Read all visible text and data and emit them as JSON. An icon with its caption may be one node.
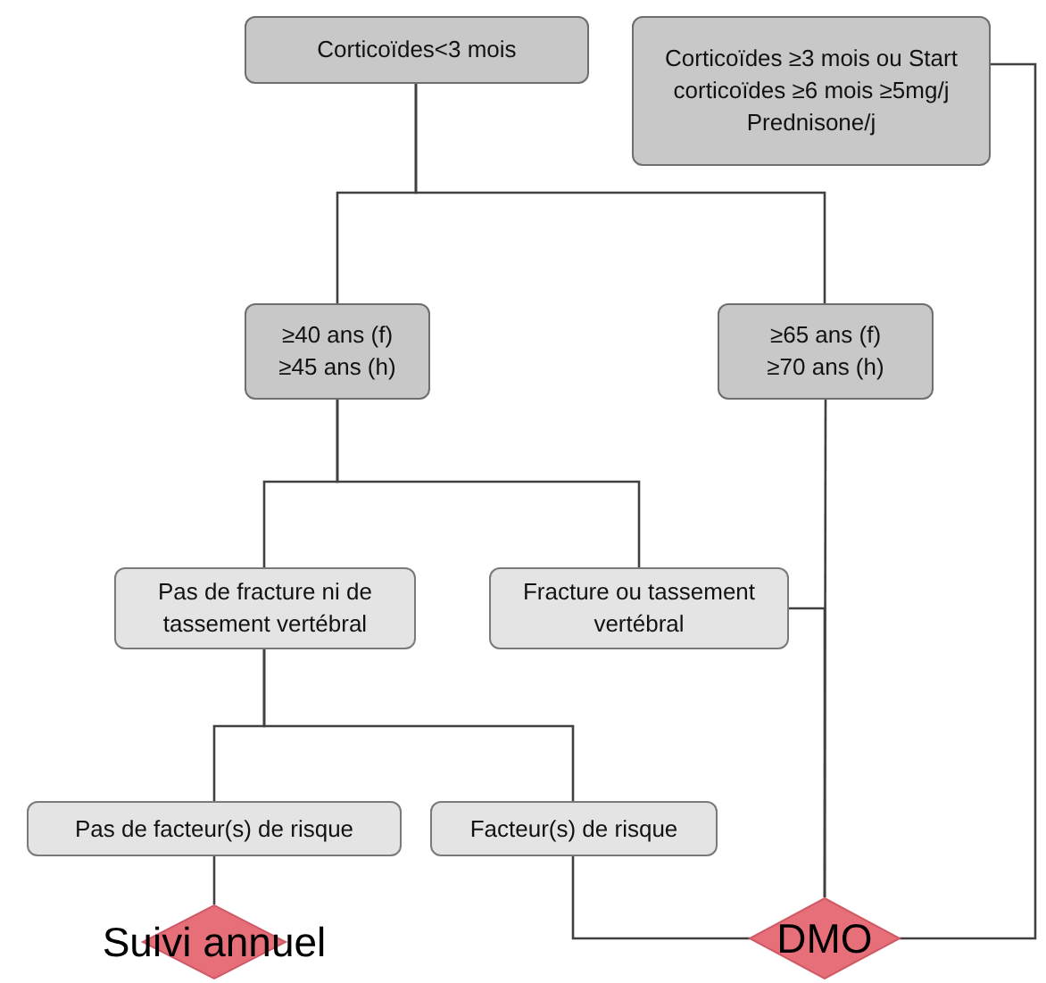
{
  "diagram": {
    "nodes": [
      {
        "text": [
          "Corticoïdes<3 mois"
        ]
      },
      {
        "text": [
          "Corticoïdes ≥3 mois ou Start corticoïdes ≥6 mois ≥5mg/j Prednisone/j"
        ]
      },
      {
        "text": [
          "≥40 ans (f) ≥45 ans (h)"
        ]
      },
      {
        "text": [
          "≥65 ans (f) ≥70 ans (h)"
        ]
      },
      {
        "text": [
          "Pas de fracture ni de tassement vertébral"
        ]
      },
      {
        "text": [
          "Fracture ou tassement vertébral"
        ]
      },
      {
        "text": [
          "Pas de facteur(s) de risque"
        ]
      },
      {
        "text": [
          "Facteur(s) de risque"
        ]
      },
      {
        "text": [
          "Suivi annuel"
        ]
      },
      {
        "text": [
          "DMO"
        ]
      }
    ],
    "edges": [
      {
        "from": 0,
        "to": 2,
        "arrow": "none"
      },
      {
        "from": 0,
        "to": 3,
        "arrow": "none"
      },
      {
        "from": 2,
        "to": 4,
        "arrow": "none"
      },
      {
        "from": 2,
        "to": 5,
        "arrow": "none"
      },
      {
        "from": 4,
        "to": 6,
        "arrow": "none"
      },
      {
        "from": 4,
        "to": 7,
        "arrow": "none"
      },
      {
        "from": 6,
        "to": 8,
        "arrow": "none"
      },
      {
        "from": 7,
        "to": 9,
        "arrow": "none"
      },
      {
        "from": 3,
        "to": 9,
        "arrow": "none"
      },
      {
        "from": 5,
        "to": 9,
        "arrow": "none"
      },
      {
        "from": 1,
        "to": 9,
        "arrow": "none"
      }
    ]
  }
}
